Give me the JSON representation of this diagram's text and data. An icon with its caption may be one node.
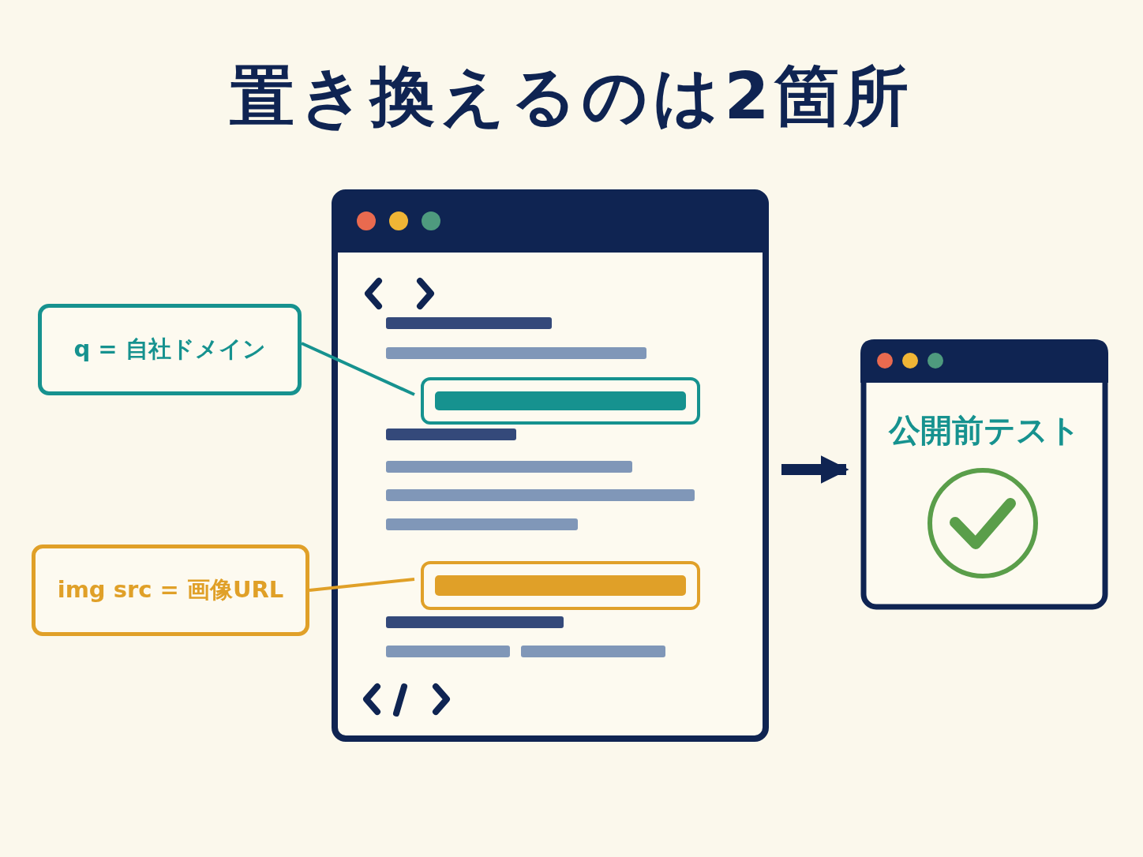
{
  "diagram": {
    "title": "置き換えるのは2箇所",
    "nodes": [
      {
        "text": [
          "q = 自社ドメイン"
        ]
      },
      {
        "text": [],
        "shape": "box"
      },
      {
        "text": [],
        "shape": "bar",
        "in": 1
      },
      {
        "text": [
          "img src = 画像URL"
        ]
      },
      {
        "text": [],
        "shape": "bar",
        "in": 1
      },
      {
        "text": [
          "公開前テスト"
        ]
      }
    ],
    "edges": [
      {
        "from": 0,
        "to": 2,
        "arrow": "none",
        "color": "#16928f"
      },
      {
        "from": 3,
        "to": 4,
        "arrow": "none",
        "color": "#e0a028"
      },
      {
        "from": 1,
        "to": 5,
        "arrow": "to",
        "style": "thick",
        "color": "#0f2452"
      }
    ]
  }
}
